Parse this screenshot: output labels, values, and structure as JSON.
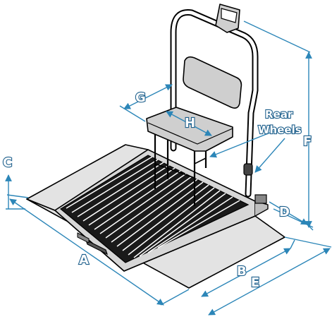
{
  "diagram": {
    "labels": {
      "A": "A",
      "B": "B",
      "C": "C",
      "D": "D",
      "E": "E",
      "F": "F",
      "G": "G",
      "H": "H",
      "rear_wheels_line1": "Rear",
      "rear_wheels_line2": "Wheels"
    },
    "colors": {
      "dimension_line": "#2c86b8",
      "label_outline": "#1d5f8c",
      "outline": "#000000",
      "platform_top": "#d7d7d7",
      "ramp": "#e3e3e3",
      "grid_dark": "#1a1a1a",
      "seat": "#cfcfcf"
    }
  }
}
